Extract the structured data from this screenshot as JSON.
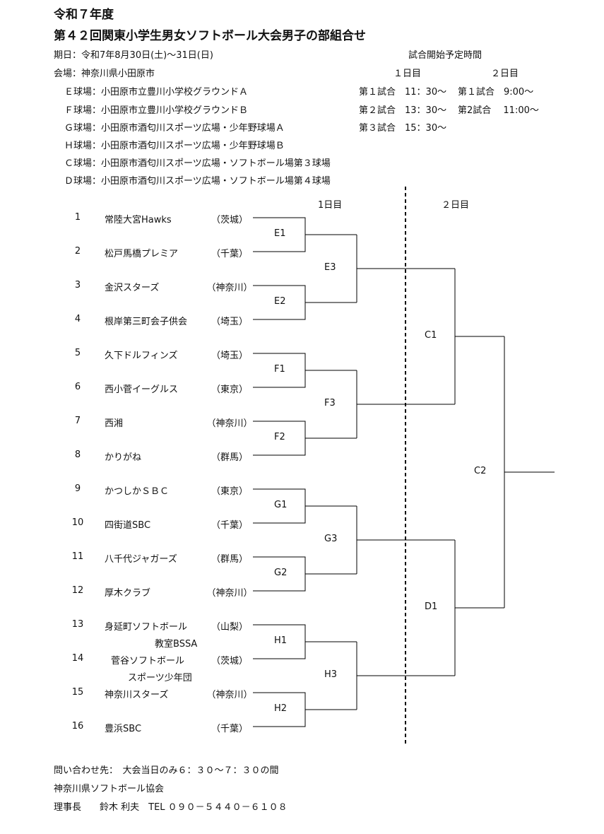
{
  "header": {
    "year": "令和７年度",
    "title": "第４２回関東小学生男女ソフトボール大会男子の部組合せ"
  },
  "info": {
    "date": "期日：令和7年8月30日(土)～31日(日)",
    "venue": "会場：神奈川県小田原市",
    "grounds": [
      "Ｅ球場：小田原市立豊川小学校グラウンドＡ",
      "Ｆ球場：小田原市立豊川小学校グラウンドＢ",
      "Ｇ球場：小田原市酒匂川スポーツ広場・少年野球場Ａ",
      "Ｈ球場：小田原市酒匂川スポーツ広場・少年野球場Ｂ",
      "Ｃ球場：小田原市酒匂川スポーツ広場・ソフトボール場第３球場",
      "Ｄ球場：小田原市酒匂川スポーツ広場・ソフトボール場第４球場"
    ]
  },
  "schedule": {
    "title": "試合開始予定時間",
    "day1_label": "１日目",
    "day2_label": "２日目",
    "day1": [
      "第１試合　11：30～",
      "第２試合　13：30～",
      "第３試合　15：30～"
    ],
    "day2": [
      "第１試合　9:00～",
      "第2試合　 11:00～"
    ]
  },
  "bracket": {
    "day1_header": "1日目",
    "day2_header": "２日目",
    "teams": [
      {
        "num": "1",
        "name": "常陸大宮Hawks",
        "pref": "（茨城）"
      },
      {
        "num": "2",
        "name": "松戸馬橋プレミア",
        "pref": "（千葉）"
      },
      {
        "num": "3",
        "name": "金沢スターズ",
        "pref": "（神奈川）"
      },
      {
        "num": "4",
        "name": "根岸第三町会子供会",
        "pref": "（埼玉）"
      },
      {
        "num": "5",
        "name": "久下ドルフィンズ",
        "pref": "（埼玉）"
      },
      {
        "num": "6",
        "name": "西小菅イーグルス",
        "pref": "（東京）"
      },
      {
        "num": "7",
        "name": "西湘",
        "pref": "（神奈川）"
      },
      {
        "num": "8",
        "name": "かりがね",
        "pref": "（群馬）"
      },
      {
        "num": "9",
        "name": "かつしかＳＢＣ",
        "pref": "（東京）"
      },
      {
        "num": "10",
        "name": "四街道SBC",
        "pref": "（千葉）"
      },
      {
        "num": "11",
        "name": "八千代ジャガーズ",
        "pref": "（群馬）"
      },
      {
        "num": "12",
        "name": "厚木クラブ",
        "pref": "（神奈川）"
      },
      {
        "num": "13",
        "name": "身延町ソフトボール",
        "name2": "教室BSSA",
        "pref": "（山梨）"
      },
      {
        "num": "14",
        "name": "菅谷ソフトボール",
        "name2": "スポーツ少年団",
        "pref": "（茨城）"
      },
      {
        "num": "15",
        "name": "神奈川スターズ",
        "pref": "（神奈川）"
      },
      {
        "num": "16",
        "name": "豊浜SBC",
        "pref": "（千葉）"
      }
    ],
    "round1": [
      "E1",
      "E2",
      "F1",
      "F2",
      "G1",
      "G2",
      "H1",
      "H2"
    ],
    "round2": [
      "E3",
      "F3",
      "G3",
      "H3"
    ],
    "round3": [
      "C1",
      "D1"
    ],
    "final": "C2"
  },
  "footer": {
    "contact": "問い合わせ先：　大会当日のみ６：３０～７：３０の間",
    "org": "神奈川県ソフトボール協会",
    "person": "理事長　　鈴木 利夫　TEL ０９０－５４４０－６１０８"
  }
}
